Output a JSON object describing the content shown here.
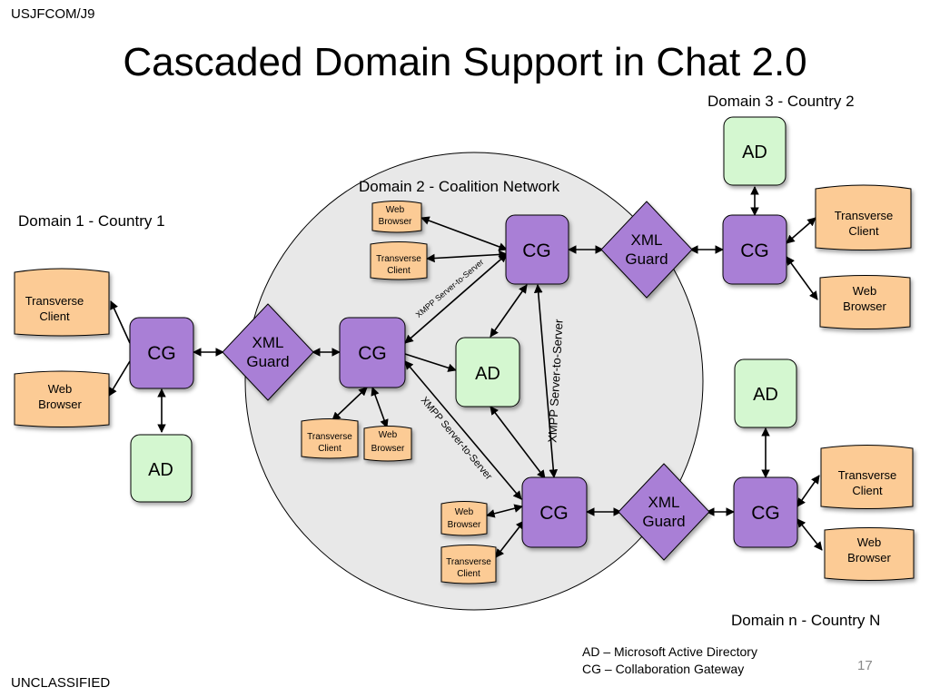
{
  "header": {
    "classification_top": "USJFCOM/J9"
  },
  "title": "Cascaded Domain Support in Chat 2.0",
  "domains": {
    "d1": "Domain 1 - Country 1",
    "d2": "Domain 2 - Coalition Network",
    "d3": "Domain 3 - Country 2",
    "dn": "Domain n - Country N"
  },
  "node_labels": {
    "cg": "CG",
    "ad": "AD",
    "guard_line1": "XML",
    "guard_line2": "Guard",
    "client_line1": "Transverse",
    "client_line2": "Client",
    "browser_line1": "Web",
    "browser_line2": "Browser"
  },
  "link_labels": {
    "s2s_upper": "XMPP Server-to-Server",
    "s2s_lower": "XMPP Server-to-Server",
    "s2s_vertical": "XMPP Server-to-Server"
  },
  "legend": {
    "ad": "AD – Microsoft Active Directory",
    "cg": "CG – Collaboration Gateway"
  },
  "page_number": "17",
  "footer": {
    "classification_bottom": "UNCLASSIFIED"
  },
  "colors": {
    "cg_fill": "#a97fd6",
    "ad_fill": "#d4f7d0",
    "doc_fill": "#fccb95",
    "circle_fill": "#e8e8e8"
  }
}
